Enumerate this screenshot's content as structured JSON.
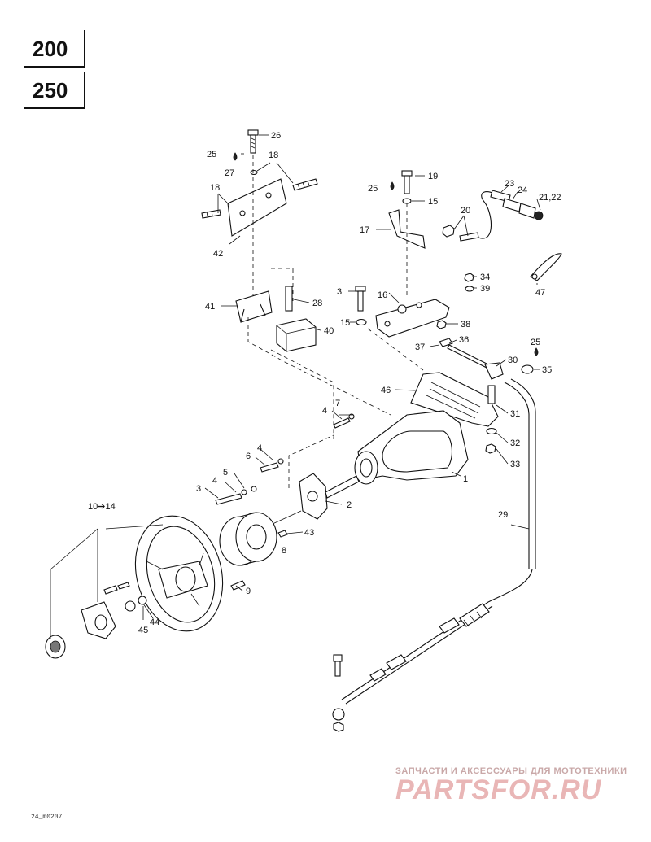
{
  "models": [
    "200",
    "250"
  ],
  "callouts": {
    "c1": "1",
    "c2": "2",
    "c3a": "3",
    "c3b": "3",
    "c4a": "4",
    "c4b": "4",
    "c4c": "4",
    "c5": "5",
    "c6": "6",
    "c7": "7",
    "c8": "8",
    "c9": "9",
    "c10_14": "10➔14",
    "c15a": "15",
    "c15b": "15",
    "c16": "16",
    "c17": "17",
    "c18a": "18",
    "c18b": "18",
    "c19": "19",
    "c20": "20",
    "c21_22": "21,22",
    "c23": "23",
    "c24": "24",
    "c25a": "25",
    "c25b": "25",
    "c25c": "25",
    "c26": "26",
    "c27": "27",
    "c28": "28",
    "c29": "29",
    "c30": "30",
    "c31": "31",
    "c32": "32",
    "c33": "33",
    "c34": "34",
    "c35": "35",
    "c36": "36",
    "c37": "37",
    "c38": "38",
    "c39": "39",
    "c40": "40",
    "c41": "41",
    "c42": "42",
    "c43": "43",
    "c44": "44",
    "c45": "45",
    "c46": "46",
    "c47": "47"
  },
  "watermark": {
    "tagline": "ЗАПЧАСТИ И АКСЕССУАРЫ ДЛЯ МОТОТЕХНИКИ",
    "brand": "PARTSFOR.RU"
  },
  "figure_code": "24_m0207",
  "colors": {
    "ink": "#111111",
    "watermark": "#e9b6b6",
    "background": "#ffffff"
  }
}
